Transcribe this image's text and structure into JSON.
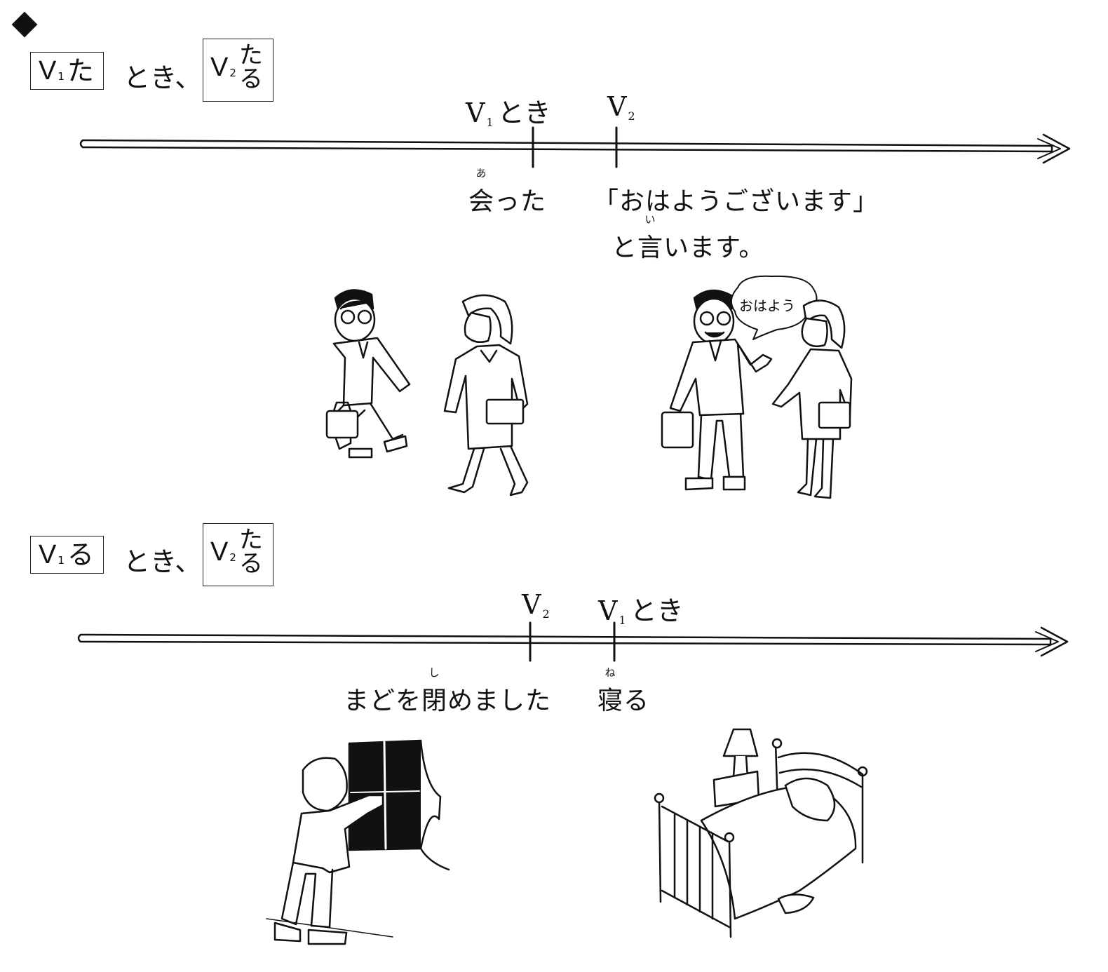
{
  "section1": {
    "pattern": {
      "v1": "V",
      "v1_sub": "1",
      "v1_suffix": "た",
      "mid": "とき、",
      "v2": "V",
      "v2_sub": "2",
      "v2_top": "た",
      "v2_bottom": "る"
    },
    "timeline": {
      "label_left_v": "V",
      "label_left_sub": "1",
      "label_left_text": "とき",
      "label_right_v": "V",
      "label_right_sub": "2",
      "below_left_kanji": "会",
      "below_left_ruby": "あ",
      "below_left_rest": "った",
      "below_right_line1": "「おはようございます」",
      "below_right_line2_pre": "と",
      "below_right_line2_kanji": "言",
      "below_right_line2_ruby": "い",
      "below_right_line2_rest": "います。"
    },
    "speech_bubble": "おはよう"
  },
  "section2": {
    "pattern": {
      "v1": "V",
      "v1_sub": "1",
      "v1_suffix": "る",
      "mid": "とき、",
      "v2": "V",
      "v2_sub": "2",
      "v2_top": "た",
      "v2_bottom": "る"
    },
    "timeline": {
      "label_left_v": "V",
      "label_left_sub": "2",
      "label_right_v": "V",
      "label_right_sub": "1",
      "label_right_text": "とき",
      "below_left_pre": "まどを",
      "below_left_kanji": "閉",
      "below_left_ruby": "し",
      "below_left_rest": "めました",
      "below_right_kanji": "寝",
      "below_right_ruby": "ね",
      "below_right_rest": "る"
    }
  },
  "colors": {
    "ink": "#111111",
    "background": "#ffffff"
  },
  "icons": [
    "diamond-bullet-icon",
    "timeline-arrow-icon"
  ]
}
